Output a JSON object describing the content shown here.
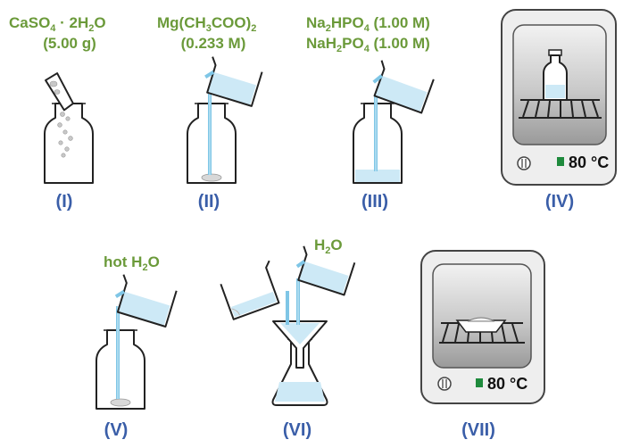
{
  "labels": {
    "step1_reagent_a": "CaSO",
    "step1_reagent_a_sub": "4",
    "step1_reagent_b": " · 2H",
    "step1_reagent_b_sub": "2",
    "step1_reagent_c": "O",
    "step1_amount": "(5.00 g)",
    "step2_reagent_a": "Mg(CH",
    "step2_reagent_a_sub": "3",
    "step2_reagent_b": "COO)",
    "step2_reagent_b_sub": "2",
    "step2_amount": "(0.233 M)",
    "step3_line1_a": "Na",
    "step3_line1_a_sub": "2",
    "step3_line1_b": "HPO",
    "step3_line1_b_sub": "4",
    "step3_line1_c": " (1.00 M)",
    "step3_line2_a": "NaH",
    "step3_line2_a_sub": "2",
    "step3_line2_b": "PO",
    "step3_line2_b_sub": "4",
    "step3_line2_c": " (1.00 M)",
    "step5_reagent": "hot H",
    "step5_reagent_sub": "2",
    "step5_reagent_end": "O",
    "step6_reagent": "H",
    "step6_reagent_sub": "2",
    "step6_reagent_end": "O"
  },
  "steps": {
    "s1": "(I)",
    "s2": "(II)",
    "s3": "(III)",
    "s4": "(IV)",
    "s5": "(V)",
    "s6": "(VI)",
    "s7": "(VII)"
  },
  "ovens": {
    "oven4_temp": "80 °C",
    "oven7_temp": "80 °C",
    "indicator_color": "#1e8a3c"
  },
  "colors": {
    "label_green": "#6b9a3a",
    "step_blue": "#3a5ea8",
    "water": "#cde9f6",
    "stream": "#7fc6e6"
  }
}
